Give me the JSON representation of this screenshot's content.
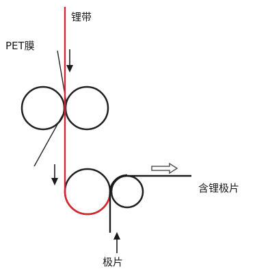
{
  "labels": {
    "lithium_strip": "锂带",
    "pet_film": "PET膜",
    "lithiated_electrode": "含锂极片",
    "electrode": "极片"
  },
  "colors": {
    "lithium": "#d8262e",
    "pet_film": "#222222",
    "roller": "#1f1f1f",
    "electrode": "#1a1a1a",
    "output_arrow": "#555555"
  }
}
